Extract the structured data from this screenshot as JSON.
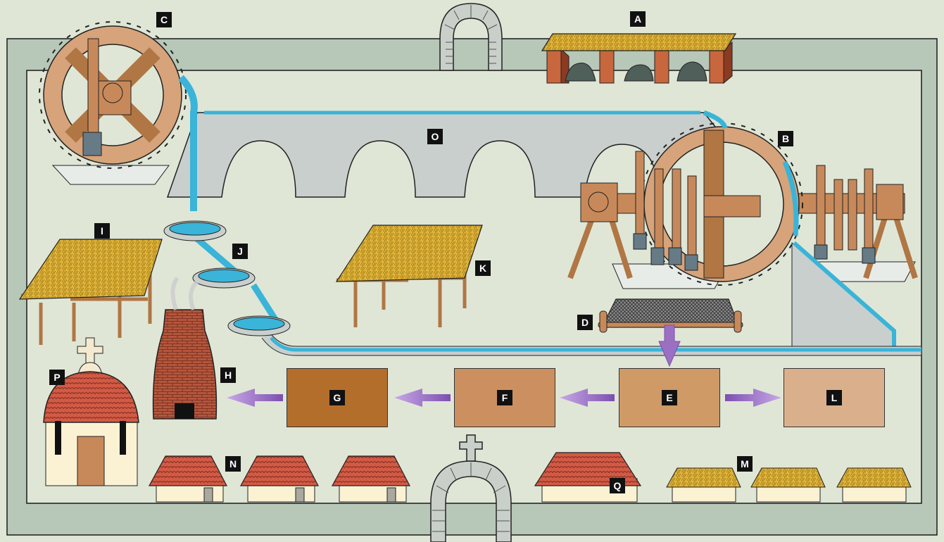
{
  "labels": {
    "A": "A",
    "B": "B",
    "C": "C",
    "D": "D",
    "E": "E",
    "F": "F",
    "G": "G",
    "H": "H",
    "I": "I",
    "J": "J",
    "K": "K",
    "L": "L",
    "M": "M",
    "N": "N",
    "O": "O",
    "P": "P",
    "Q": "Q"
  },
  "colors": {
    "wall": "#b7c7b8",
    "ground": "#dfe6d6",
    "water": "#3ab4d8",
    "wood": "#c8895a",
    "thatch": "#e2b53a",
    "brick": "#b5563c",
    "roof_tile": "#d25a45",
    "box_E": "#cf9a66",
    "box_F": "#cc9060",
    "box_G": "#b46e2c",
    "box_L": "#dab08c",
    "arrow": "#9b6fc2"
  }
}
